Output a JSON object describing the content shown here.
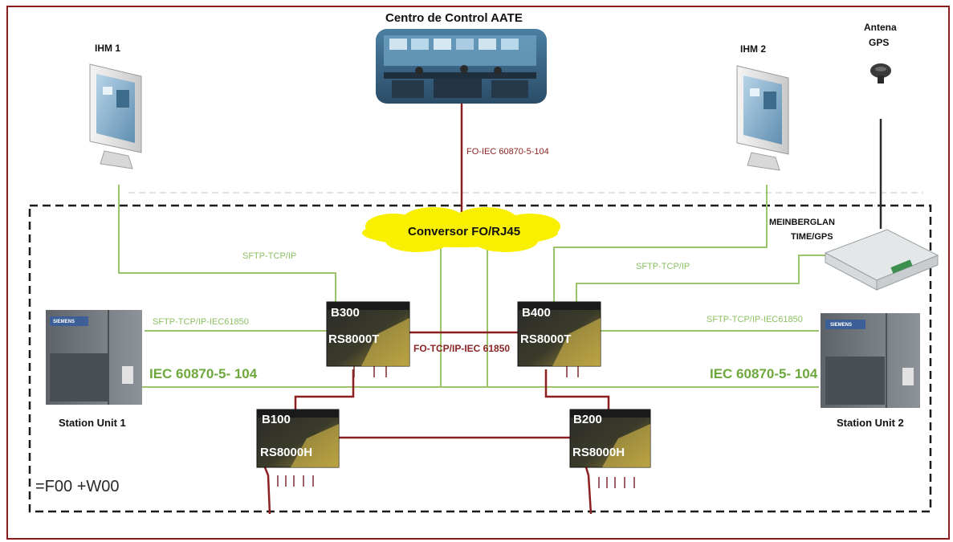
{
  "nodes": {
    "control_center": "Centro de Control AATE",
    "hmi1": "IHM 1",
    "hmi2": "IHM 2",
    "gps_antenna_line1": "Antena",
    "gps_antenna_line2": "GPS",
    "converter": "Conversor FO/RJ45",
    "meinberg_line1": "MEINBERGLAN",
    "meinberg_line2": "TIME/GPS",
    "station_unit_1": "Station Unit 1",
    "station_unit_2": "Station Unit 2",
    "siemens_brand": "SIEMENS"
  },
  "devices": {
    "b300": {
      "name": "B300",
      "model": "RS8000T"
    },
    "b400": {
      "name": "B400",
      "model": "RS8000T"
    },
    "b100": {
      "name": "B100",
      "model": "RS8000H"
    },
    "b200": {
      "name": "B200",
      "model": "RS8000H"
    }
  },
  "links": {
    "fo_control": "FO-IEC  60870-5-104",
    "sftp_left": "SFTP-TCP/IP",
    "sftp_right": "SFTP-TCP/IP",
    "sftp_iec_left": "SFTP-TCP/IP-IEC61850",
    "sftp_iec_right": "SFTP-TCP/IP-IEC61850",
    "fo_tcp_iec": "FO-TCP/IP-IEC 61850",
    "iec_left": "IEC  60870-5- 104",
    "iec_right": "IEC  60870-5- 104"
  },
  "zone_label": "=F00 +W00",
  "colors": {
    "green_line": "#9cc46b",
    "red_line": "#8c1f1f",
    "cloud": "#f8f000",
    "zone_border": "#1a1a1a",
    "frame": "#8a1c1c"
  }
}
